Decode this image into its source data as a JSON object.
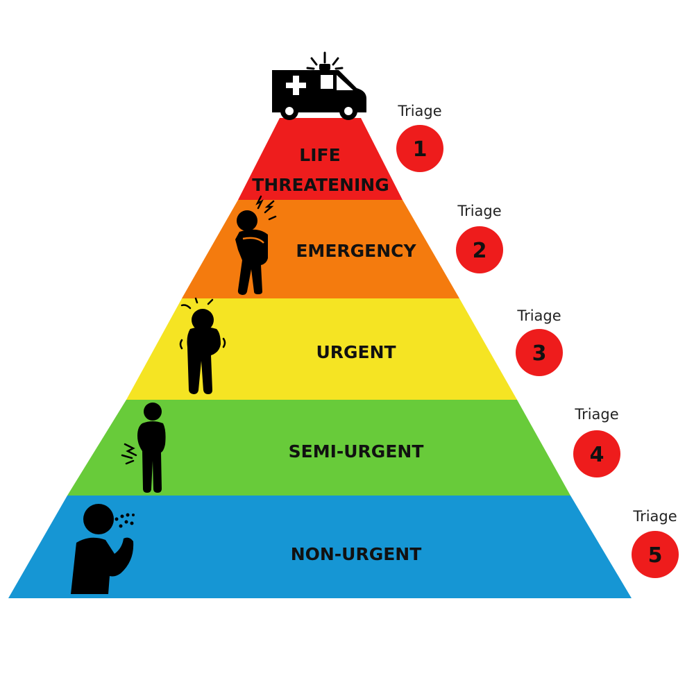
{
  "colors": {
    "life_threatening": "#ee1d1d",
    "emergency": "#f47b0e",
    "urgent": "#f5e423",
    "semi_urgent": "#68cb3a",
    "non_urgent": "#1696d4",
    "badge": "#ee1c1c",
    "icon": "#000000"
  },
  "levels": [
    {
      "title_lines": [
        "LIFE",
        "THREATENING"
      ],
      "triage_label": "Triage",
      "number": "1",
      "icon": "ambulance-icon"
    },
    {
      "title_lines": [
        "EMERGENCY"
      ],
      "triage_label": "Triage",
      "number": "2",
      "icon": "chest-pain-person-icon"
    },
    {
      "title_lines": [
        "URGENT"
      ],
      "triage_label": "Triage",
      "number": "3",
      "icon": "stomach-ache-person-icon"
    },
    {
      "title_lines": [
        "SEMI-URGENT"
      ],
      "triage_label": "Triage",
      "number": "4",
      "icon": "mild-pain-person-icon"
    },
    {
      "title_lines": [
        "NON-URGENT"
      ],
      "triage_label": "Triage",
      "number": "5",
      "icon": "coughing-person-icon"
    }
  ]
}
